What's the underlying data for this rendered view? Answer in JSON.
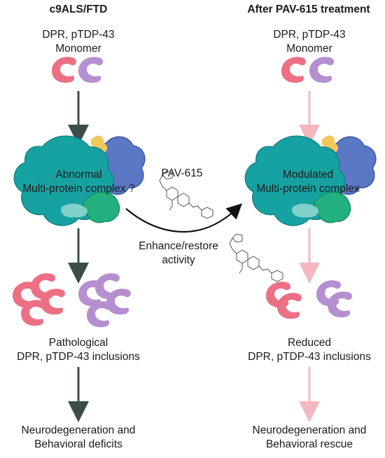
{
  "left": {
    "title": "c9ALS/FTD",
    "monomer_line1": "DPR, pTDP-43",
    "monomer_line2": "Monomer",
    "complex_line1": "Abnormal",
    "complex_line2": "Multi-protein complex ?",
    "inclusions_line1": "Pathological",
    "inclusions_line2": "DPR, pTDP-43 inclusions",
    "outcome_line1": "Neurodegeneration and",
    "outcome_line2": "Behavioral deficits"
  },
  "center": {
    "compound_label": "PAV-615",
    "action_line1": "Enhance/restore",
    "action_line2": "activity"
  },
  "right": {
    "title": "After PAV-615 treatment",
    "monomer_line1": "DPR, pTDP-43",
    "monomer_line2": "Monomer",
    "complex_line1": "Modulated",
    "complex_line2": "Multi-protein complex",
    "inclusions_line1": "Reduced",
    "inclusions_line2": "DPR, pTDP-43 inclusions",
    "outcome_line1": "Neurodegeneration and",
    "outcome_line2": "Behavioral rescue"
  },
  "colors": {
    "pink_protein": "#ec6f84",
    "purple_protein": "#b58fd0",
    "teal_complex": "#17a2a2",
    "blue_complex": "#5b78c4",
    "green_complex": "#22b07e",
    "yellow_complex": "#f3c85a",
    "dark_arrow": "#3a4d4a",
    "light_arrow": "#f4b7c0"
  }
}
